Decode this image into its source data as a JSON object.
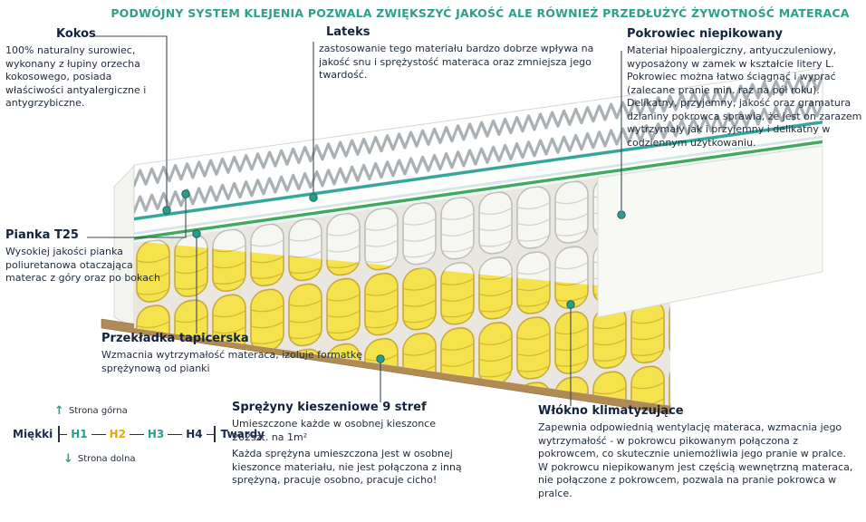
{
  "header": {
    "title": "PODWÓJNY SYSTEM KLEJENIA POZWALA ZWIĘKSZYĆ JAKOŚĆ ALE RÓWNIEŻ PRZEDŁUŻYĆ ŻYWOTNOŚĆ MATERACA"
  },
  "callouts": {
    "kokos": {
      "title": "Kokos",
      "text": "100% naturalny surowiec, wykonany z łupiny orzecha kokosowego, posiada właściwości antyalergiczne i antygrzybiczne."
    },
    "lateks": {
      "title": "Lateks",
      "text": "zastosowanie tego materiału bardzo dobrze wpływa na jakość snu i sprężystość materaca oraz zmniejsza jego twardość."
    },
    "pokrowiec": {
      "title": "Pokrowiec niepikowany",
      "text": "Materiał hipoalergiczny, antyuczuleniowy, wyposażony w zamek w kształcie litery L. Pokrowiec można łatwo ściągnąć i wyprać (zalecane pranie min. raz na pół roku). Delikatny, przyjemny, jakość oraz gramatura dzianiny pokrowca sprawia, że jest on zarazem wytrzymały jak i przyjemny i delikatny w codziennym użytkowaniu."
    },
    "pianka": {
      "title": "Pianka T25",
      "text": "Wysokiej jakości pianka poliuretanowa otaczająca materac z góry oraz po bokach"
    },
    "przekladka": {
      "title": "Przekładka tapicerska",
      "text": "Wzmacnia wytrzymałość materaca, izoluje formatkę sprężynową od pianki"
    },
    "sprezyny": {
      "title": "Sprężyny kieszeniowe 9 stref",
      "text1": "Umieszczone każde w osobnej kieszonce 262szt. na 1m²",
      "text2": "Każda sprężyna umieszczona jest w osobnej kieszonce materiału, nie jest połączona z inną sprężyną, pracuje osobno, pracuje cicho!"
    },
    "wlokno": {
      "title": "Włókno klimatyzujące",
      "text": "Zapewnia odpowiednią wentylację materaca, wzmacnia jego wytrzymałość - w pokrowcu pikowanym połączona z pokrowcem, co skutecznie uniemożliwia jego pranie w pralce. W pokrowcu niepikowanym jest częścią wewnętrzną materaca, nie połączone z pokrowcem, pozwala na pranie pokrowca w pralce."
    }
  },
  "scale": {
    "soft_label": "Miękki",
    "hard_label": "Twardy",
    "top_side": "Strona górna",
    "bottom_side": "Strona dolna",
    "up_arrow": "↑",
    "down_arrow": "↓",
    "levels": [
      {
        "label": "H1",
        "color": "#2d9b8e"
      },
      {
        "label": "H2",
        "color": "#e0ac00"
      },
      {
        "label": "H3",
        "color": "#2d9b8e"
      },
      {
        "label": "H4",
        "color": "#1c2b4a"
      }
    ]
  },
  "colors": {
    "accent_teal": "#2f9e8a",
    "heading_navy": "#12233b",
    "body_text": "#1e2b3c",
    "spring_yellow": "#f4e34d",
    "layer_teal": "#2fa79b",
    "layer_green": "#43a85f",
    "wood_edge": "#b18b55",
    "h2_gold": "#e0ac00"
  }
}
